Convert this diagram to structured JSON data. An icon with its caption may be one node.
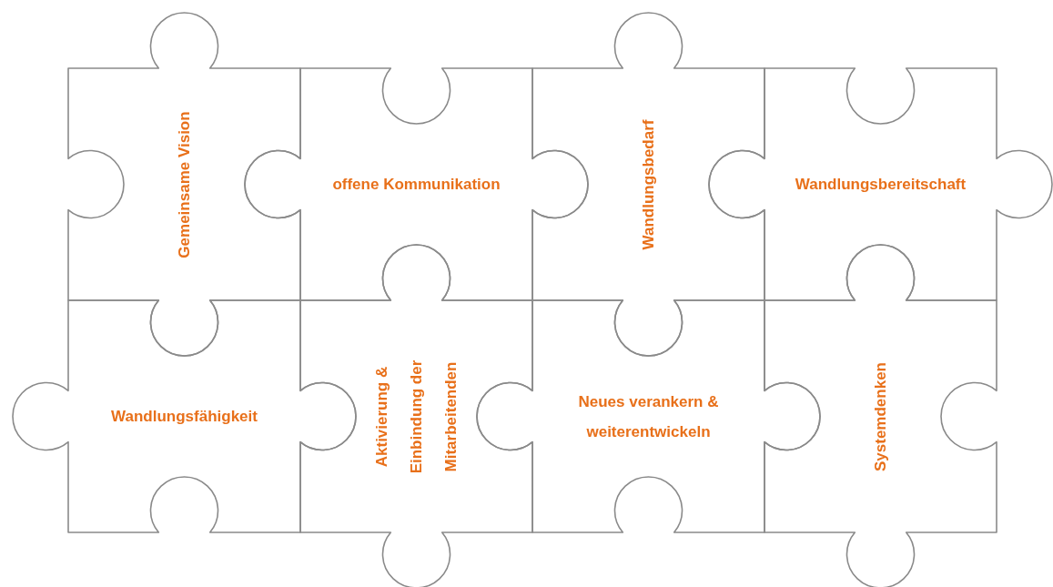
{
  "diagram": {
    "nodes": [
      {
        "text": [
          "Gemeinsame Vision"
        ]
      },
      {
        "text": [
          "offene Kommunikation"
        ]
      },
      {
        "text": [
          "Wandlungsbedarf"
        ]
      },
      {
        "text": [
          "Wandlungsbereitschaft"
        ]
      },
      {
        "text": [
          "Wandlungsfähigkeit"
        ]
      },
      {
        "text": [
          "Aktivierung & Einbindung der Mitarbeitenden"
        ]
      },
      {
        "text": [
          "Neues verankern & weiterentwickeln"
        ]
      },
      {
        "text": [
          "Systemdenken"
        ]
      }
    ]
  }
}
